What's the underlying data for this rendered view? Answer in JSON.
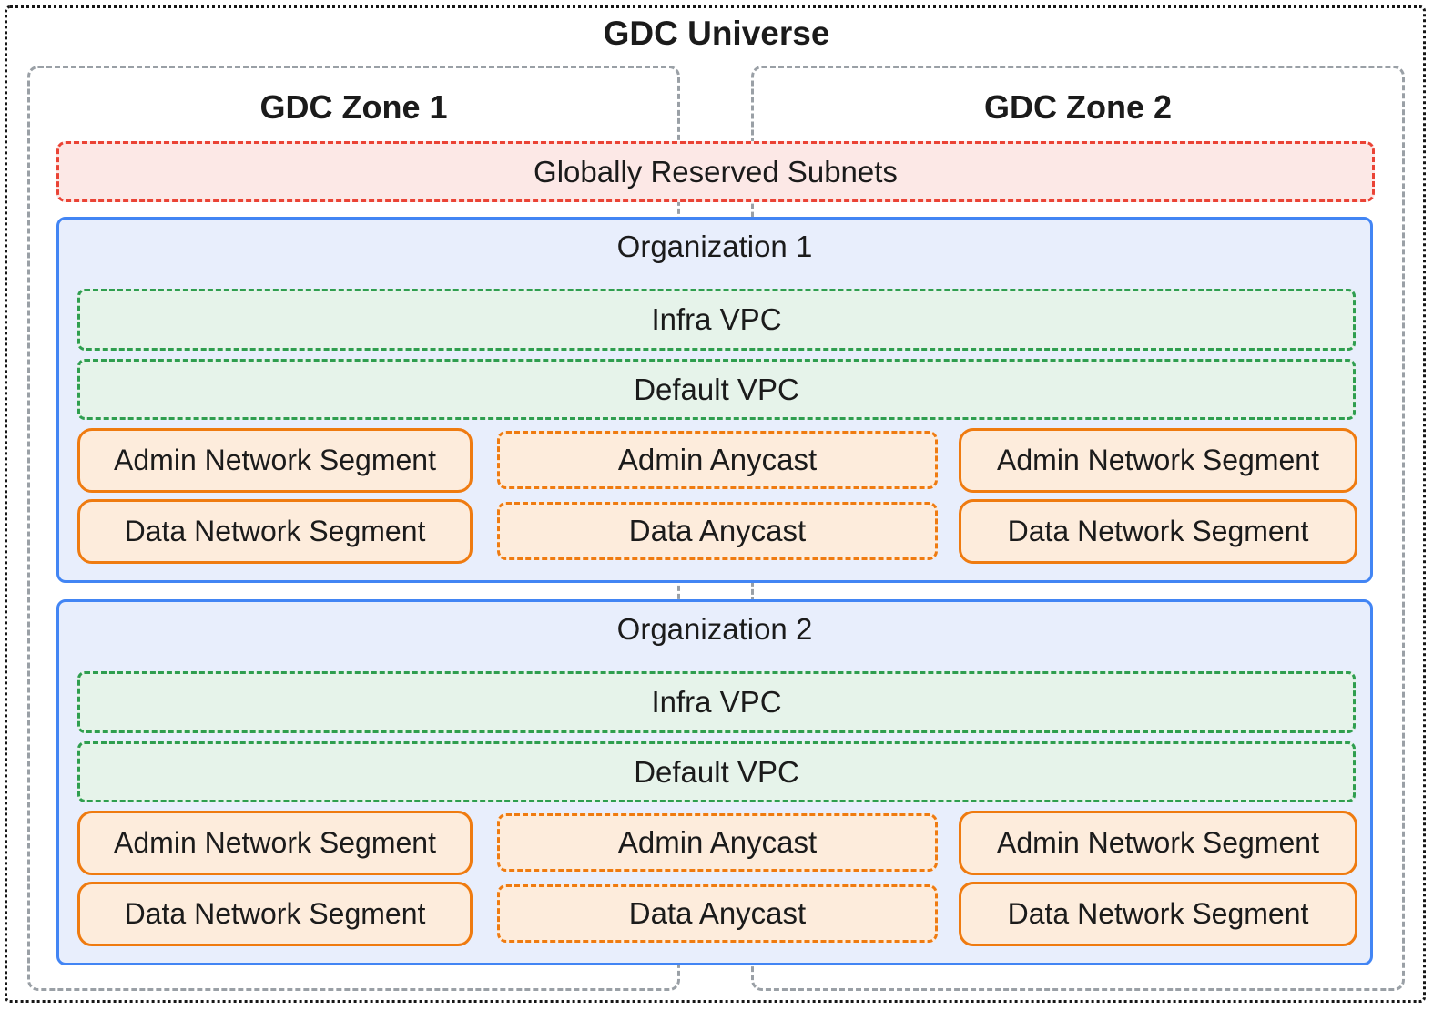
{
  "diagram": {
    "title": "GDC Universe",
    "zones": [
      {
        "label": "GDC Zone 1"
      },
      {
        "label": "GDC Zone 2"
      }
    ],
    "reserved_subnets": {
      "label": "Globally Reserved Subnets"
    },
    "organizations": [
      {
        "label": "Organization 1",
        "infra_vpc": "Infra VPC",
        "default_vpc": "Default VPC",
        "zone1_admin_segment": "Admin Network Segment",
        "admin_anycast": "Admin Anycast",
        "zone2_admin_segment": "Admin Network Segment",
        "zone1_data_segment": "Data Network Segment",
        "data_anycast": "Data Anycast",
        "zone2_data_segment": "Data Network Segment"
      },
      {
        "label": "Organization 2",
        "infra_vpc": "Infra VPC",
        "default_vpc": "Default VPC",
        "zone1_admin_segment": "Admin Network Segment",
        "admin_anycast": "Admin Anycast",
        "zone2_admin_segment": "Admin Network Segment",
        "zone1_data_segment": "Data Network Segment",
        "data_anycast": "Data Anycast",
        "zone2_data_segment": "Data Network Segment"
      }
    ],
    "colors": {
      "universe_border": "#161616",
      "zone_border": "#9aa0a6",
      "reserved_border": "#ea4335",
      "reserved_fill": "#fce8e6",
      "org_border": "#4285f4",
      "org_fill": "#e8eefc",
      "vpc_border": "#2f9e4f",
      "vpc_fill": "#e6f3ea",
      "segment_border": "#ef7b10",
      "segment_fill": "#fdecdc",
      "text": "#1b1b1b"
    }
  }
}
